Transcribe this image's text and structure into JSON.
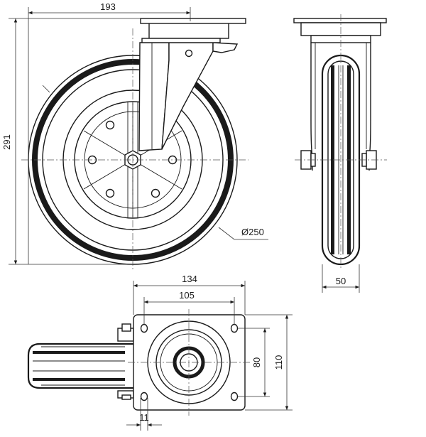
{
  "drawing": {
    "line_color": "#1a1a1a",
    "background": "#ffffff",
    "dimensions": {
      "front_width": "193",
      "total_height": "291",
      "wheel_diameter": "Ø250",
      "side_width": "50",
      "plate_length": "134",
      "hole_spacing_long": "105",
      "hole_spacing_short": "80",
      "plate_width": "110",
      "hole_diameter": "11"
    }
  }
}
